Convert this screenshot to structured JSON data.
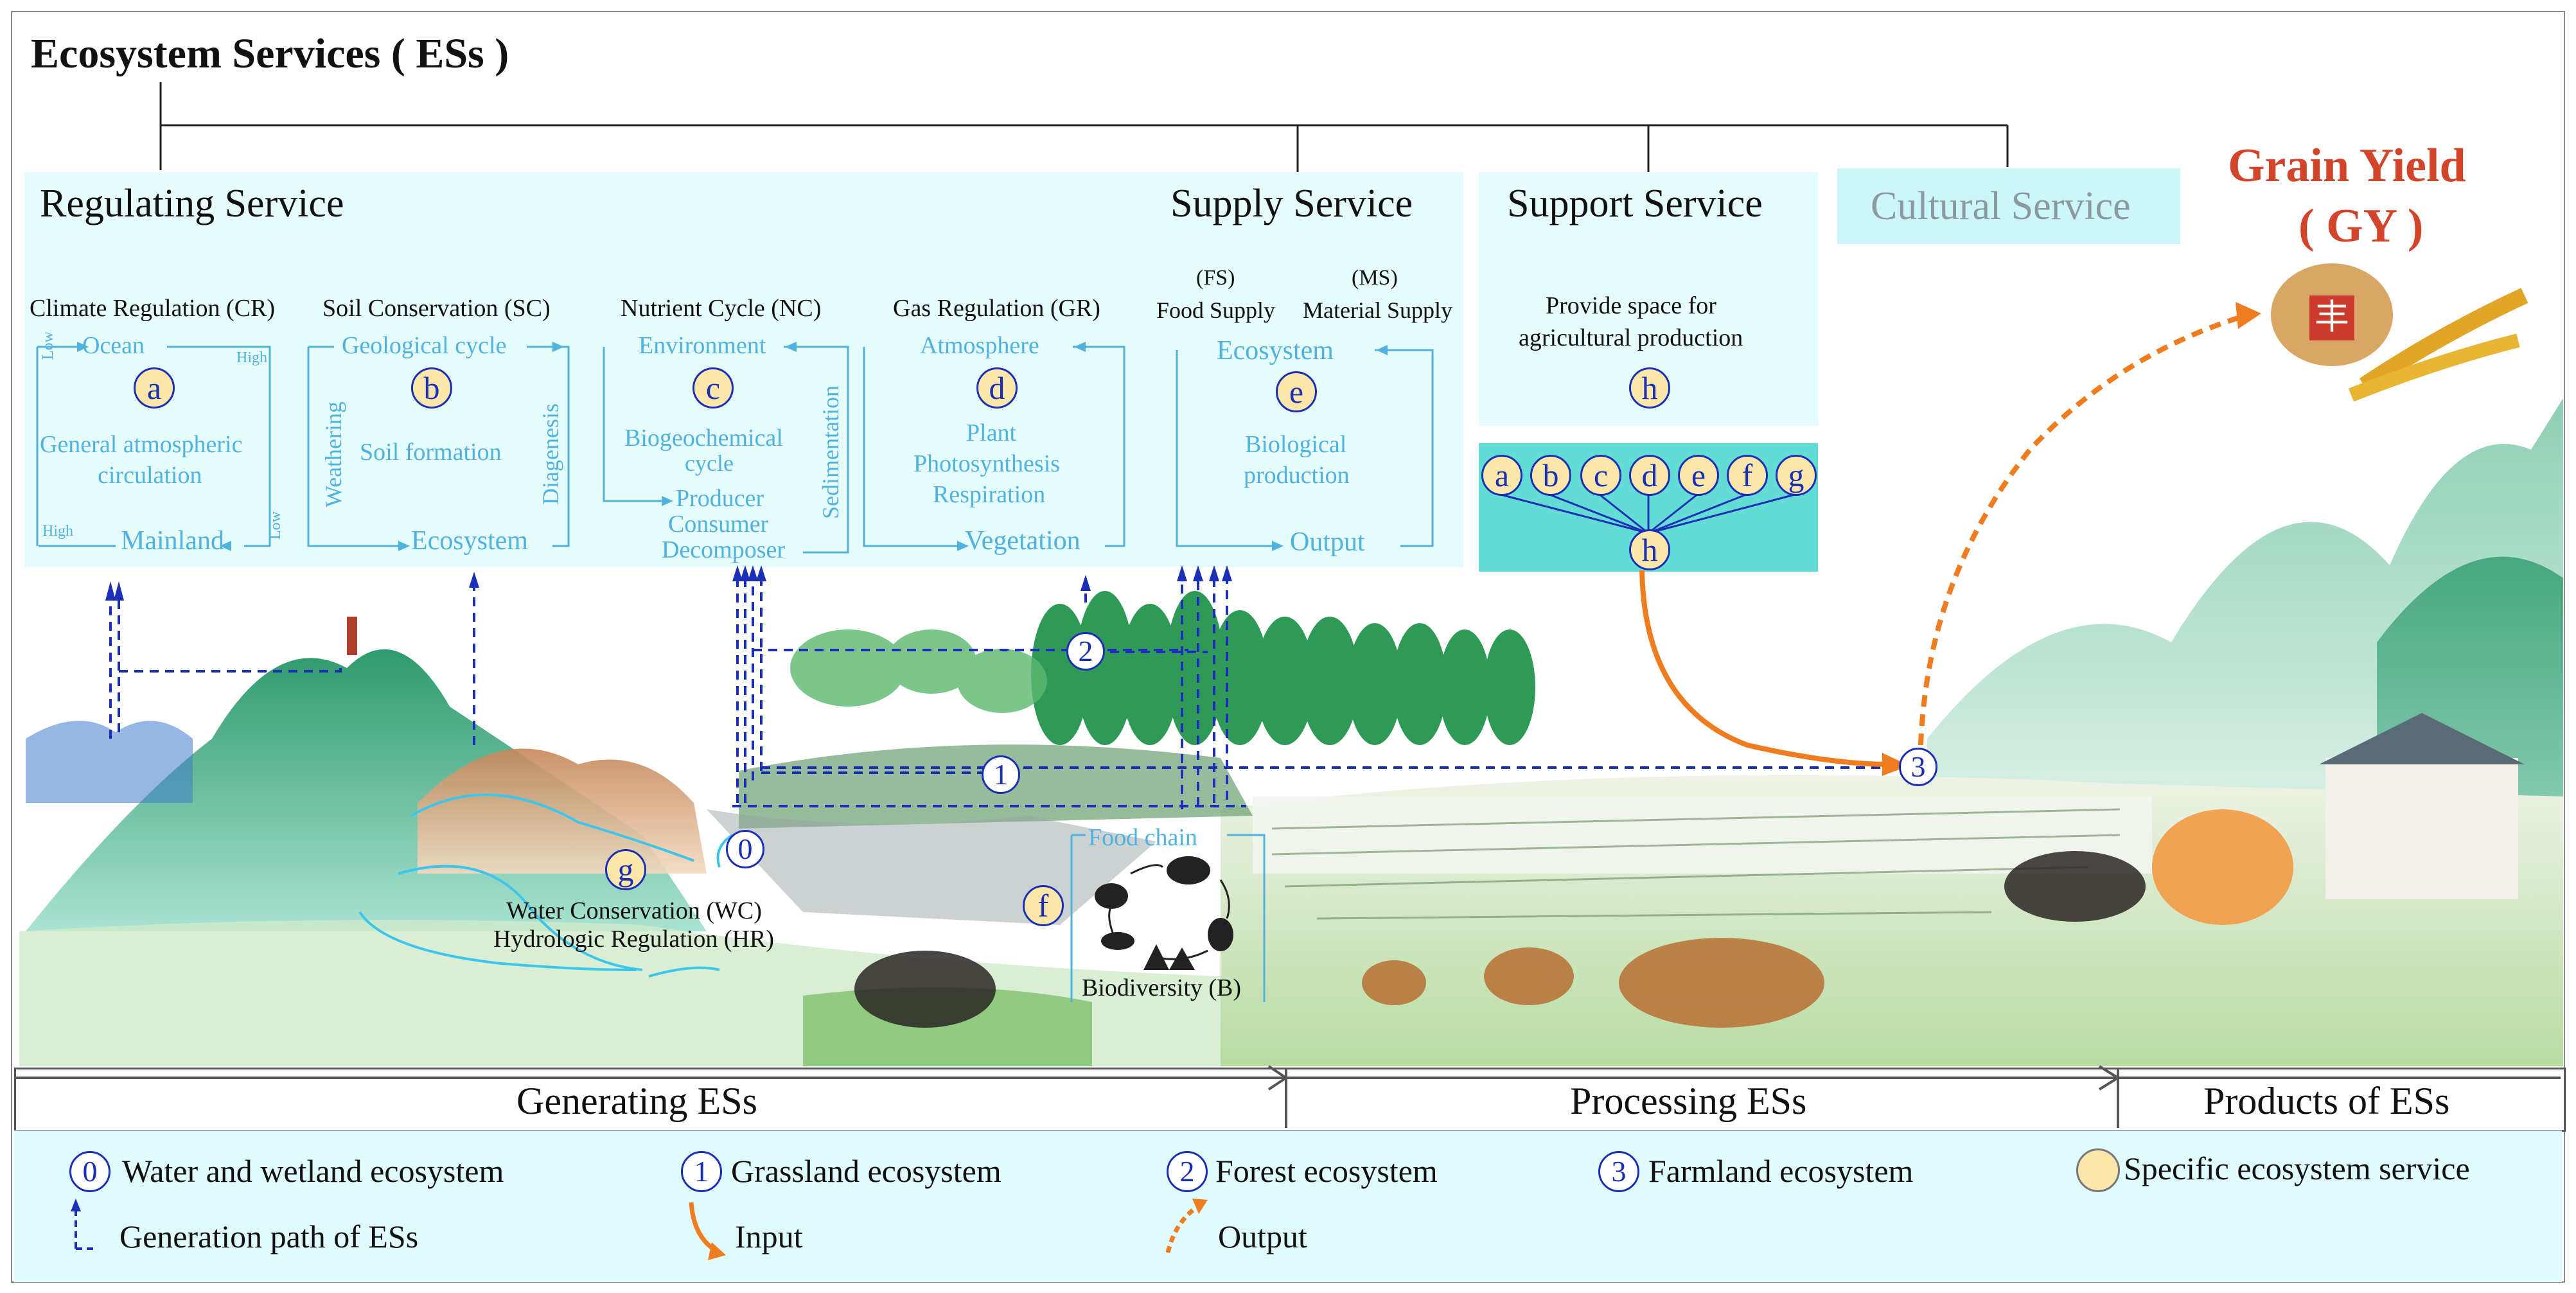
{
  "title": "Ecosystem Services ( ESs )",
  "grain_yield": {
    "line1": "Grain Yield",
    "line2": "( GY )",
    "color": "#d2452a",
    "icon": "grain-sack-icon"
  },
  "categories": {
    "regulating": "Regulating Service",
    "supply": "Supply Service",
    "support": "Support Service",
    "cultural": "Cultural Service"
  },
  "regulating_items": [
    {
      "label": "Climate Regulation (CR)",
      "letter": "a",
      "top": "Ocean",
      "bottom": "Mainland",
      "center1": "General atmospheric",
      "center2": "circulation",
      "high_top": "High",
      "low_top": "Low",
      "high_bottom": "High",
      "low_bottom": "Low"
    },
    {
      "label": "Soil Conservation (SC)",
      "letter": "b",
      "top": "Geological cycle",
      "bottom": "Ecosystem",
      "center1": "Soil formation",
      "left": "Weathering",
      "right": "Diagenesis"
    },
    {
      "label": "Nutrient Cycle (NC)",
      "letter": "c",
      "top": "Environment",
      "center1": "Biogeochemical",
      "center2": "cycle",
      "chain1": "Producer",
      "chain2": "Consumer",
      "chain3": "Decomposer",
      "right": "Sedimentation"
    },
    {
      "label": "Gas Regulation (GR)",
      "letter": "d",
      "top": "Atmosphere",
      "bottom": "Vegetation",
      "center1": "Plant",
      "center2": "Photosynthesis",
      "center3": "Respiration"
    }
  ],
  "supply": {
    "fs_code": "(FS)",
    "fs_label": "Food Supply",
    "ms_code": "(MS)",
    "ms_label": "Material Supply",
    "letter": "e",
    "top": "Ecosystem",
    "center1": "Biological",
    "center2": "production",
    "bottom": "Output"
  },
  "support": {
    "line1": "Provide space for",
    "line2": "agricultural production",
    "letter": "h"
  },
  "combine": {
    "inputs": [
      "a",
      "b",
      "c",
      "d",
      "e",
      "f",
      "g"
    ],
    "output": "h"
  },
  "water": {
    "letter": "g",
    "line1": "Water Conservation (WC)",
    "line2": "Hydrologic Regulation (HR)"
  },
  "food_chain": {
    "letter": "f",
    "title": "Food chain",
    "label": "Biodiversity (B)"
  },
  "ecosystem_markers": [
    "0",
    "1",
    "2",
    "3"
  ],
  "stages": {
    "generating": "Generating ESs",
    "processing": "Processing ESs",
    "products": "Products of ESs"
  },
  "legend": [
    {
      "symbol": "0",
      "text": "Water and wetland ecosystem"
    },
    {
      "symbol": "1",
      "text": "Grassland ecosystem"
    },
    {
      "symbol": "2",
      "text": "Forest ecosystem"
    },
    {
      "symbol": "3",
      "text": "Farmland ecosystem"
    },
    {
      "symbol": "",
      "text": "Specific ecosystem service"
    },
    {
      "symbol": "",
      "text": "Generation path of ESs"
    },
    {
      "symbol": "",
      "text": "Input"
    },
    {
      "symbol": "",
      "text": "Output"
    }
  ],
  "colors": {
    "cyan_panel": "#e6fbfc",
    "teal_panel": "#63dcd5",
    "service_circle": "#fbe7a9",
    "blue_ink": "#1b2fb6",
    "cyan_ink": "#4fb3dd",
    "orange": "#ef7c1e",
    "grain_red": "#d2452a"
  }
}
